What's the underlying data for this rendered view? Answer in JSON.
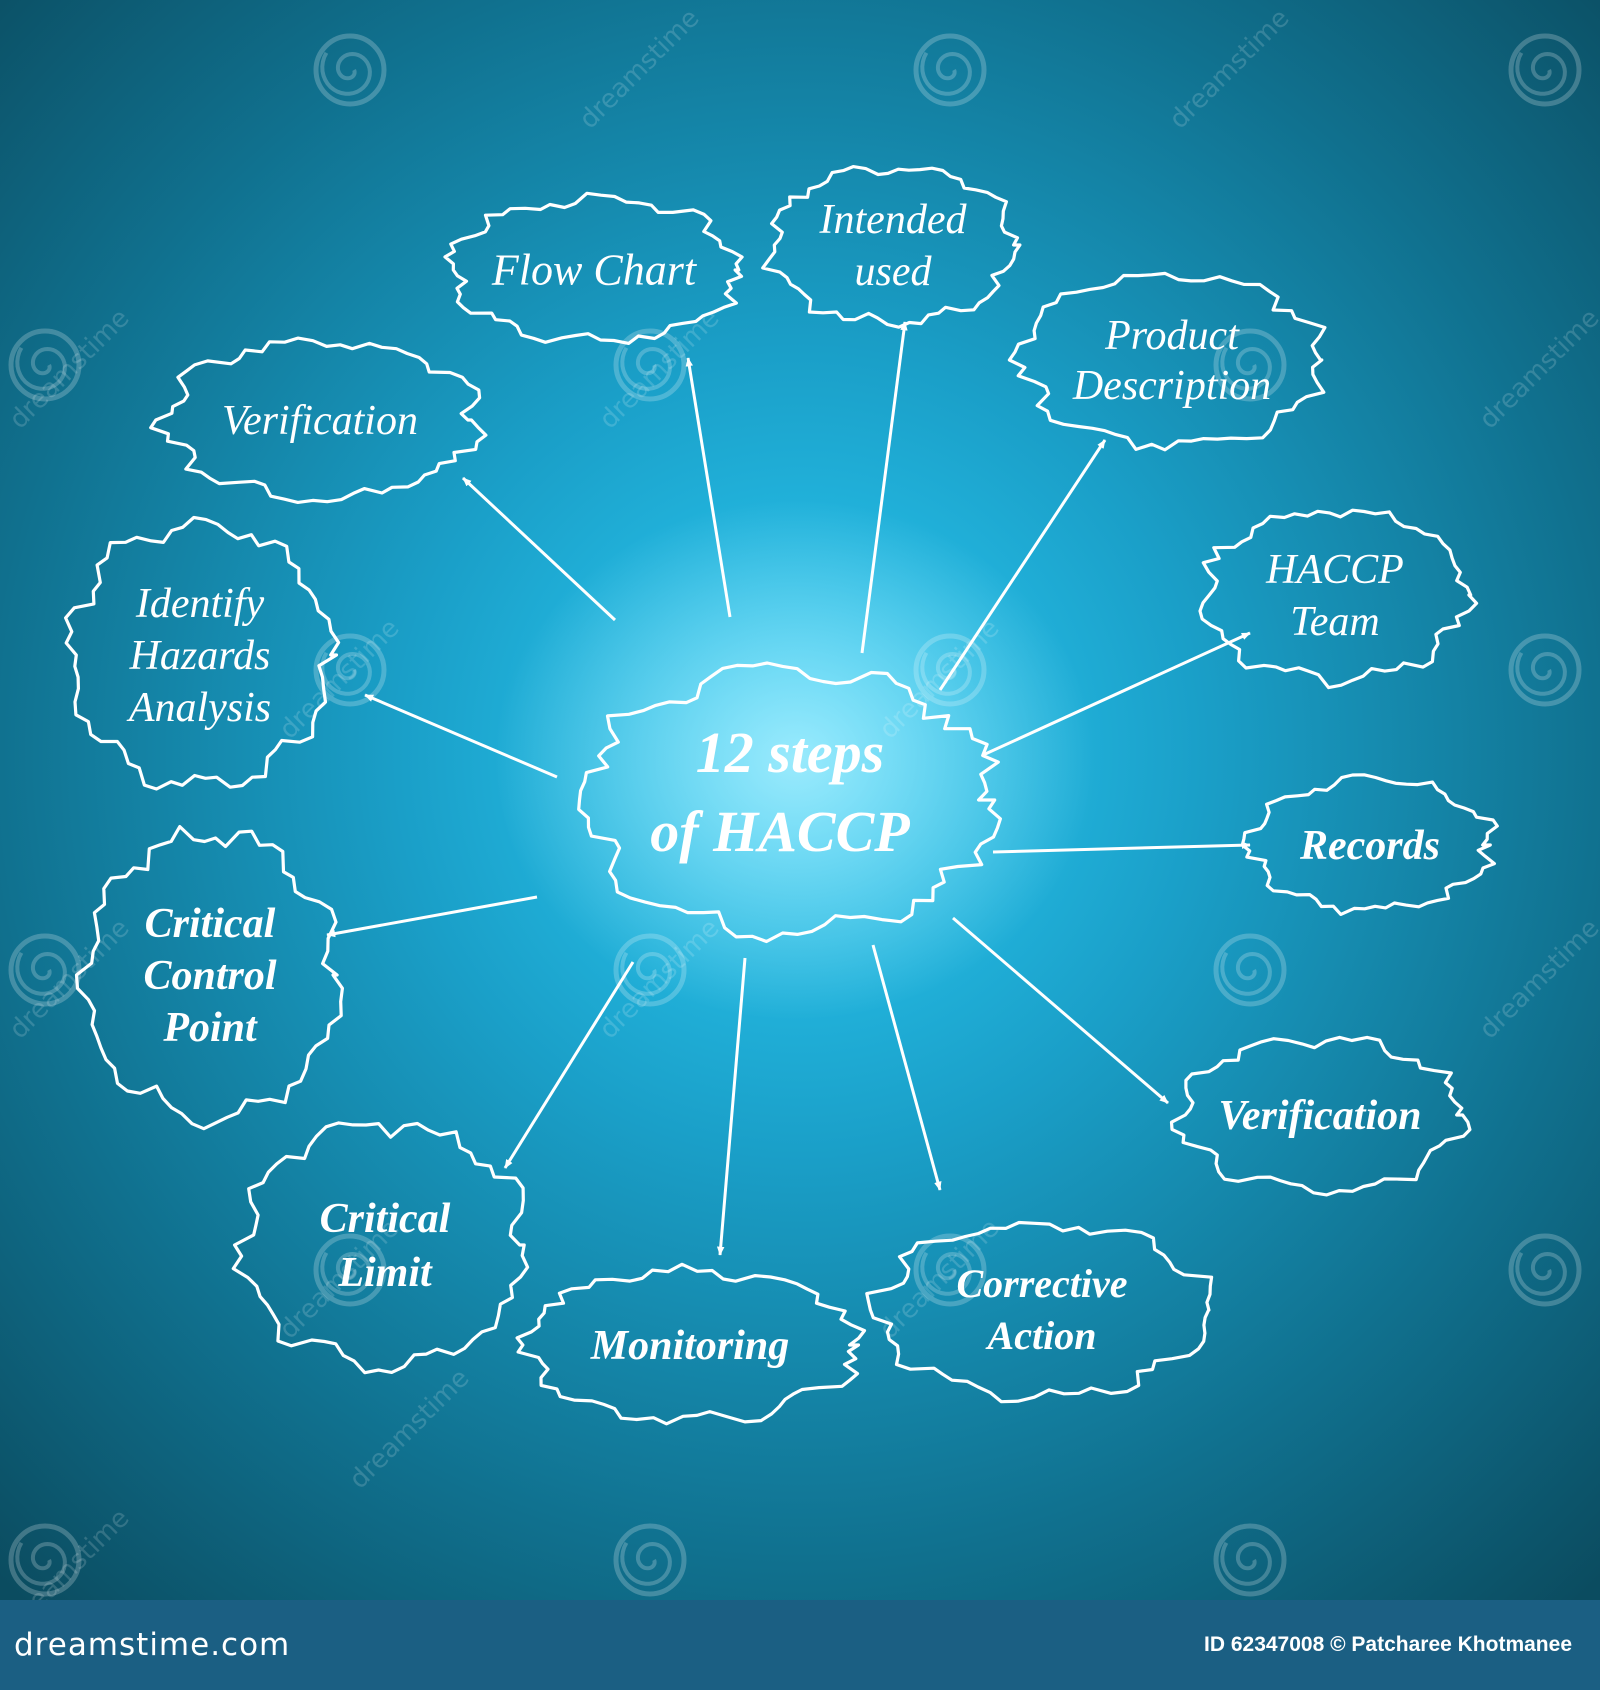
{
  "diagram": {
    "center": {
      "line1": "12 steps",
      "line2": "of HACCP"
    },
    "nodes": [
      {
        "id": "flow-chart",
        "lines": [
          "Flow Chart"
        ],
        "bold": false
      },
      {
        "id": "intended-used",
        "lines": [
          "Intended",
          "used"
        ],
        "bold": false
      },
      {
        "id": "product-description",
        "lines": [
          "Product",
          "Description"
        ],
        "bold": false
      },
      {
        "id": "haccp-team",
        "lines": [
          "HACCP",
          "Team"
        ],
        "bold": false
      },
      {
        "id": "records",
        "lines": [
          "Records"
        ],
        "bold": true
      },
      {
        "id": "verification-right",
        "lines": [
          "Verification"
        ],
        "bold": true
      },
      {
        "id": "corrective-action",
        "lines": [
          "Corrective",
          "Action"
        ],
        "bold": true
      },
      {
        "id": "monitoring",
        "lines": [
          "Monitoring"
        ],
        "bold": true
      },
      {
        "id": "critical-limit",
        "lines": [
          "Critical",
          "Limit"
        ],
        "bold": true
      },
      {
        "id": "critical-control-point",
        "lines": [
          "Critical",
          "Control",
          "Point"
        ],
        "bold": true
      },
      {
        "id": "identify-hazards-analysis",
        "lines": [
          "Identify",
          "Hazards",
          "Analysis"
        ],
        "bold": false
      },
      {
        "id": "verification-left",
        "lines": [
          "Verification"
        ],
        "bold": false
      }
    ]
  },
  "watermark": {
    "text": "dreamstime"
  },
  "footer": {
    "brand": "dreamstime.com",
    "credit": "ID 62347008 © Patcharee Khotmanee"
  },
  "colors": {
    "background_center": "#2ccdf6",
    "background_edge": "#0b4c60",
    "footer": "#1b5f83",
    "line": "#ffffff"
  }
}
